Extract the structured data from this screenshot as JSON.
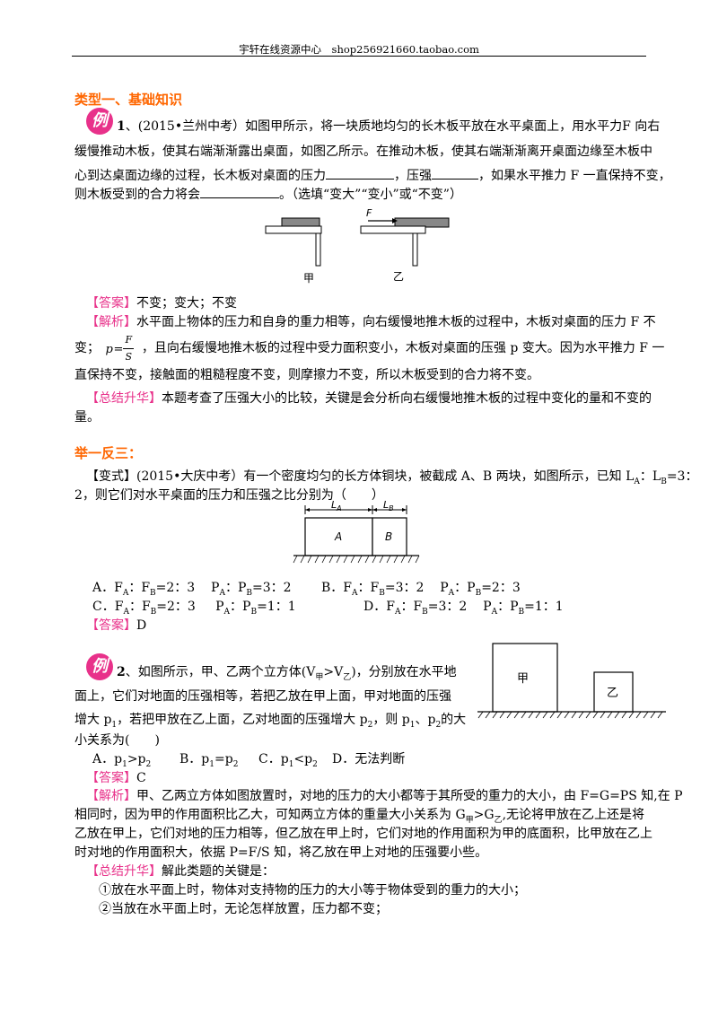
{
  "header": "宇轩在线资源中心　shop256921660.taobao.com",
  "section1_title": "类型一、基础知识",
  "ex_badge": "例",
  "ex1": {
    "num": "1",
    "l1": "、(2015•兰州中考）如图甲所示，将一块质地均匀的长木板平放在水平桌面上，用水平力F 向右",
    "l2": "缓慢推动木板，使其右端渐渐露出桌面，如图乙所示。在推动木板，使其右端渐渐离开桌面边缘至木板中",
    "l3a": "心到达桌面边缘的过程，长木板对桌面的压力",
    "l3b": "，压强",
    "l3c": "，如果水平推力 F 一直保持不变，",
    "l4a": "则木板受到的合力将会",
    "l4b": "。（选填“变大”“变小”或“不变”）",
    "fig_label_left": "甲",
    "fig_label_right": "乙",
    "fig_force": "F"
  },
  "ans1": {
    "tag": "【答案】",
    "text": "不变；变大；不变"
  },
  "ana1": {
    "tag": "【解析】",
    "l1": "水平面上物体的压力和自身的重力相等，向右缓慢地推木板的过程中，木板对桌面的压力 F 不",
    "l2a": "变；",
    "formula_p": "p",
    "formula_eq": "=",
    "formula_num": "F",
    "formula_den": "S",
    "l2b": "，且向右缓慢地推木板的过程中受力面积变小，木板对桌面的压强 p 变大。因为水平推力 F 一",
    "l3": "直保持不变，接触面的粗糙程度不变，则摩擦力不变，所以木板受到的合力将不变。"
  },
  "sum1": {
    "tag": "【总结升华】",
    "l1": "本题考查了压强大小的比较，关键是会分析向右缓慢地推木板的过程中变化的量和不变的",
    "l2": "量。"
  },
  "section2_title": "举一反三：",
  "var1": {
    "tag": "【变式】",
    "l1": "(2015•大庆中考）有一个密度均匀的长方体铜块，被截成 A、B 两块，如图所示，已知 L",
    "l1_subA": "A",
    "l1_mid": "：L",
    "l1_subB": "B",
    "l1_end": "=3：",
    "l2": "2，则它们对水平桌面的压力和压强之比分别为（　　）",
    "fig_LA": "L",
    "fig_LA_sub": "A",
    "fig_LB": "L",
    "fig_LB_sub": "B",
    "fig_A": "A",
    "fig_B": "B",
    "optA": "A．F",
    "optA_rest": "：F",
    "optA_v": "=2：3",
    "optA_p": "P",
    "optA_pv": "=3：2",
    "optB": "B．F",
    "optB_v": "=3：2",
    "optB_pv": "=2：3",
    "optC": "C．F",
    "optC_v": "=2：3",
    "optC_pv": "=1：1",
    "optD": "D．F",
    "optD_v": "=3：2",
    "optD_pv": "=1：1",
    "sub_A": "A",
    "sub_B": "B",
    "colon": "：",
    "P": "P",
    "F": "F"
  },
  "ans_var": {
    "tag": "【答案】",
    "text": "D"
  },
  "ex2": {
    "num": "2",
    "l1a": "、如图所示，甲、乙两个立方体(V",
    "l1_sub1": "甲",
    "l1_gt": ">V",
    "l1_sub2": "乙",
    "l1b": ")，分别放在水平地",
    "l2": "面上，它们对地面的压强相等，若把乙放在甲上面，甲对地面的压强",
    "l3a": "增大 p",
    "l3_sub1": "1",
    "l3b": "，若把甲放在乙上面，乙对地面的压强增大 p",
    "l3_sub2": "2",
    "l3c": "，则 p",
    "l3_sub3": "1",
    "l3d": "、p",
    "l3_sub4": "2",
    "l3e": "的大",
    "l4": "小关系为(　　)",
    "optA": "A．p",
    "optA_s1": "1",
    "optA_op": ">p",
    "optA_s2": "2",
    "optB": "B．p",
    "optB_s1": "1",
    "optB_op": "=p",
    "optB_s2": "2",
    "optC": "C．p",
    "optC_s1": "1",
    "optC_op": "<p",
    "optC_s2": "2",
    "optD": "D．无法判断",
    "fig_jia": "甲",
    "fig_yi": "乙"
  },
  "ans2": {
    "tag": "【答案】",
    "text": "C"
  },
  "ana2": {
    "tag": "【解析】",
    "l1": "甲、乙两立方体如图放置时，对地的压力的大小都等于其所受的重力的大小，由 F=G=PS 知,在 P",
    "l2a": "相同时，因为甲的作用面积比乙大，可知两立方体的重量大小关系为 G",
    "l2_sub1": "甲",
    "l2_gt": ">G",
    "l2_sub2": "乙",
    "l2b": ",无论将甲放在乙上还是将",
    "l3": "乙放在甲上，它们对地的压力相等，但乙放在甲上时，它们对地的作用面积为甲的底面积，比甲放在乙上",
    "l4": "时对地的作用面积大，依据 P=F/S 知，将乙放在甲上对地的压强要小些。"
  },
  "sum2": {
    "tag": "【总结升华】",
    "l0": "解此类题的关键是：",
    "l1": "①放在水平面上时，物体对支持物的压力的大小等于物体受到的重力的大小；",
    "l2": "②当放在水平面上时，无论怎样放置，压力都不变；"
  }
}
